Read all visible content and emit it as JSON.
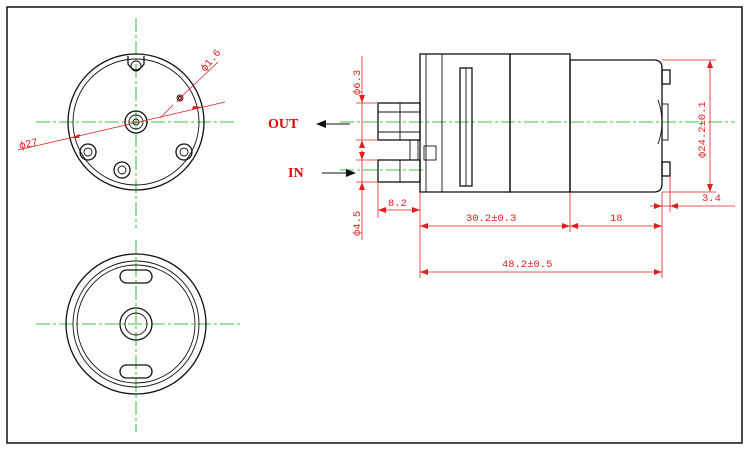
{
  "labels": {
    "out": "OUT",
    "in": "IN"
  },
  "dimensions": {
    "hole_dia": "ф1.6",
    "body_dia": "ф27",
    "out_port_dia": "ф6.3",
    "in_port_dia": "ф4.5",
    "port_length": "8.2",
    "pump_head_length": "30.2±0.3",
    "motor_length": "18",
    "total_length": "48.2±0.5",
    "motor_dia": "ф24.2±0.1",
    "terminal_length": "3.4"
  },
  "colors": {
    "outline": "#111111",
    "dimension": "#e02020",
    "centerline": "#00b000",
    "port_label": "#e00000"
  }
}
